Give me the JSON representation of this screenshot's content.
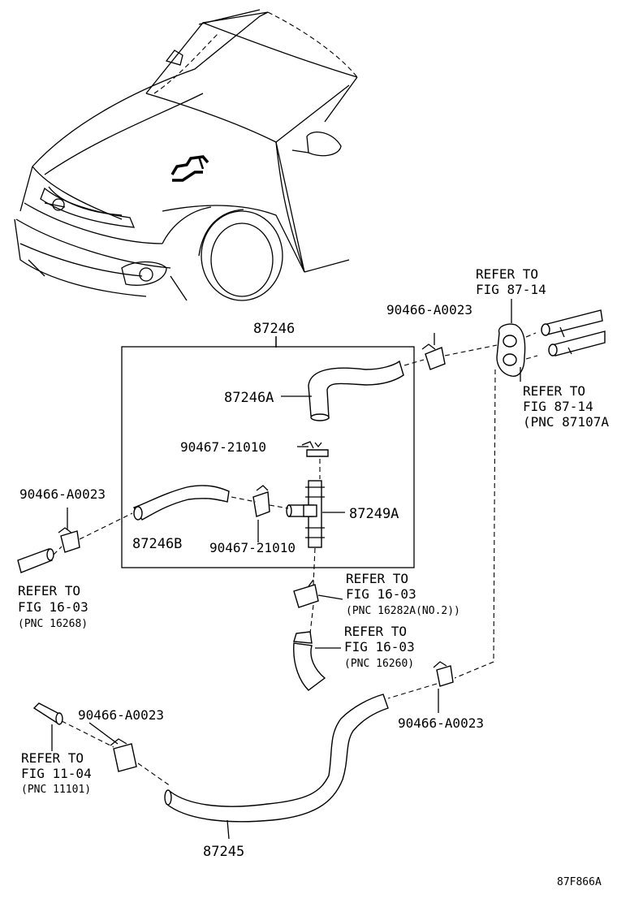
{
  "diagram_id": "87F866A",
  "labels": {
    "assembly_87246": "87246",
    "hose_87246a": "87246A",
    "hose_87246b": "87246B",
    "hose_87245": "87245",
    "joint_87249a": "87249A",
    "clamp_21010_top": "90467-21010",
    "clamp_21010_mid": "90467-21010",
    "clamp_a0023_top": "90466-A0023",
    "clamp_a0023_left": "90466-A0023",
    "clamp_a0023_right": "90466-A0023",
    "clamp_a0023_bottom": "90466-A0023"
  },
  "refs": {
    "fig_87_14_a": {
      "line1": "REFER TO",
      "line2": "FIG 87-14"
    },
    "fig_87_14_b": {
      "line1": "REFER TO",
      "line2": "FIG 87-14",
      "line3": "(PNC 87107A"
    },
    "fig_16_03_left": {
      "line1": "REFER TO",
      "line2": "FIG 16-03",
      "line3": "(PNC 16268)"
    },
    "fig_16_03_a": {
      "line1": "REFER TO",
      "line2": "FIG 16-03",
      "line3": "(PNC 16282A(NO.2))"
    },
    "fig_16_03_b": {
      "line1": "REFER TO",
      "line2": "FIG 16-03",
      "line3": "(PNC 16260)"
    },
    "fig_11_04": {
      "line1": "REFER TO",
      "line2": "FIG 11-04",
      "line3": "(PNC 11101)"
    }
  }
}
